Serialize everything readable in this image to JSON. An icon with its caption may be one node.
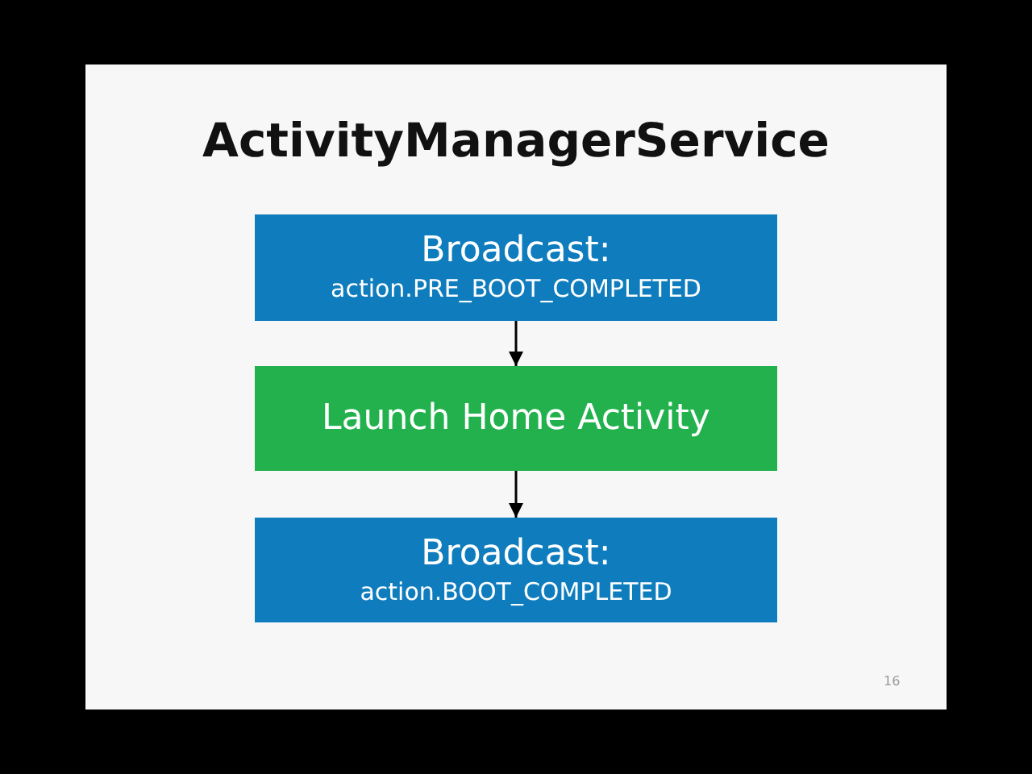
{
  "diagram": {
    "title": "ActivityManagerService",
    "nodes": [
      {
        "text": [
          "Broadcast:",
          "action.PRE_BOOT_COMPLETED"
        ]
      },
      {
        "text": [
          "Launch Home Activity"
        ]
      },
      {
        "text": [
          "Broadcast:",
          "action.BOOT_COMPLETED"
        ]
      }
    ],
    "edges": [
      {
        "from": 0,
        "to": 1,
        "arrow": "to"
      },
      {
        "from": 1,
        "to": 2,
        "arrow": "to"
      }
    ],
    "labels": [
      "16"
    ]
  }
}
